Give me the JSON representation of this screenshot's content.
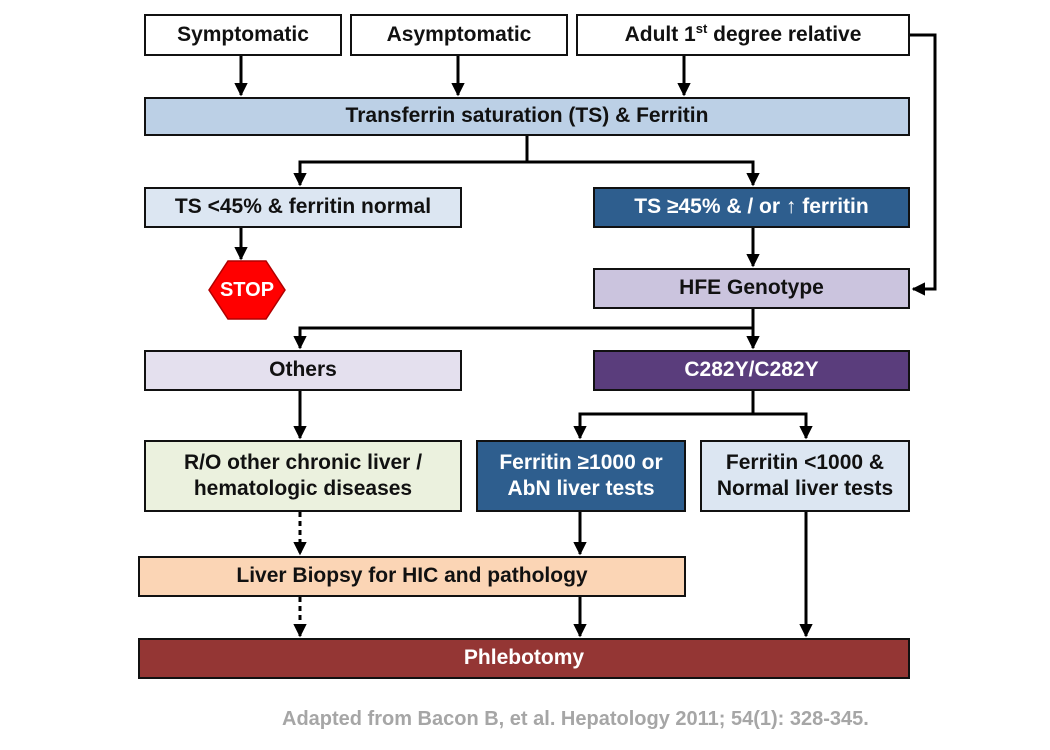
{
  "entry": {
    "symptomatic": "Symptomatic",
    "asymptomatic": "Asymptomatic",
    "relative_main": "Adult 1",
    "relative_sup": "st",
    "relative_rest": " degree relative"
  },
  "tests": {
    "ts_ferritin": "Transferrin saturation (TS) & Ferritin",
    "normal": "TS <45% & ferritin normal",
    "elevated": "TS ≥45% & / or ↑ ferritin",
    "stop": "STOP",
    "hfe": "HFE Genotype"
  },
  "genotype": {
    "others": "Others",
    "c282y": "C282Y/C282Y"
  },
  "branches": {
    "ro_line1": "R/O other chronic liver /",
    "ro_line2": "hematologic diseases",
    "high_line1": "Ferritin ≥1000 or",
    "high_line2": "AbN liver tests",
    "low_line1": "Ferritin <1000 &",
    "low_line2": "Normal liver tests"
  },
  "outcomes": {
    "biopsy": "Liver Biopsy for HIC and pathology",
    "phlebotomy": "Phlebotomy"
  },
  "colors": {
    "light_blue": "#bcd0e6",
    "pale_blue": "#dce6f2",
    "dark_blue": "#2e5e8e",
    "lavender": "#cbc4de",
    "pale_lavender": "#e4e0ee",
    "purple": "#5a3d7c",
    "pale_green": "#ebf1de",
    "peach": "#fbd5b5",
    "maroon": "#943634",
    "stop_red": "#ff0000"
  },
  "citation": "Adapted from Bacon B, et al. Hepatology 2011; 54(1): 328-345."
}
